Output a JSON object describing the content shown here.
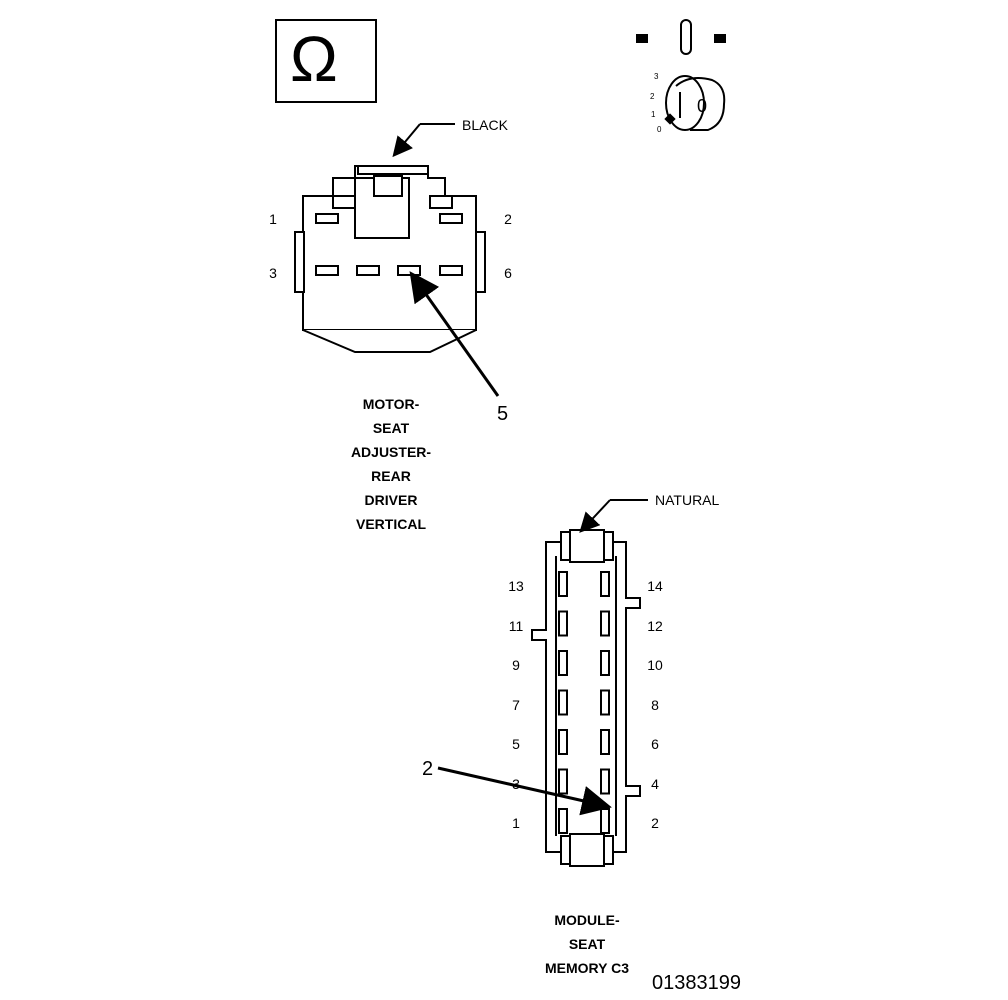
{
  "ohm_symbol": "Ω",
  "key_switch": {
    "positions": [
      "3",
      "2",
      "1",
      "0"
    ],
    "key_label": "0"
  },
  "connector_top": {
    "color_label": "BLACK",
    "pins": {
      "p1": "1",
      "p2": "2",
      "p3": "3",
      "p6": "6"
    },
    "callout": "5",
    "caption": [
      "MOTOR-",
      "SEAT",
      "ADJUSTER-",
      "REAR",
      "DRIVER",
      "VERTICAL"
    ]
  },
  "connector_bottom": {
    "color_label": "NATURAL",
    "left_pins": [
      "13",
      "11",
      "9",
      "7",
      "5",
      "3",
      "1"
    ],
    "right_pins": [
      "14",
      "12",
      "10",
      "8",
      "6",
      "4",
      "2"
    ],
    "callout": "2",
    "caption": [
      "MODULE-",
      "SEAT",
      "MEMORY C3"
    ]
  },
  "doc_id": "01383199"
}
